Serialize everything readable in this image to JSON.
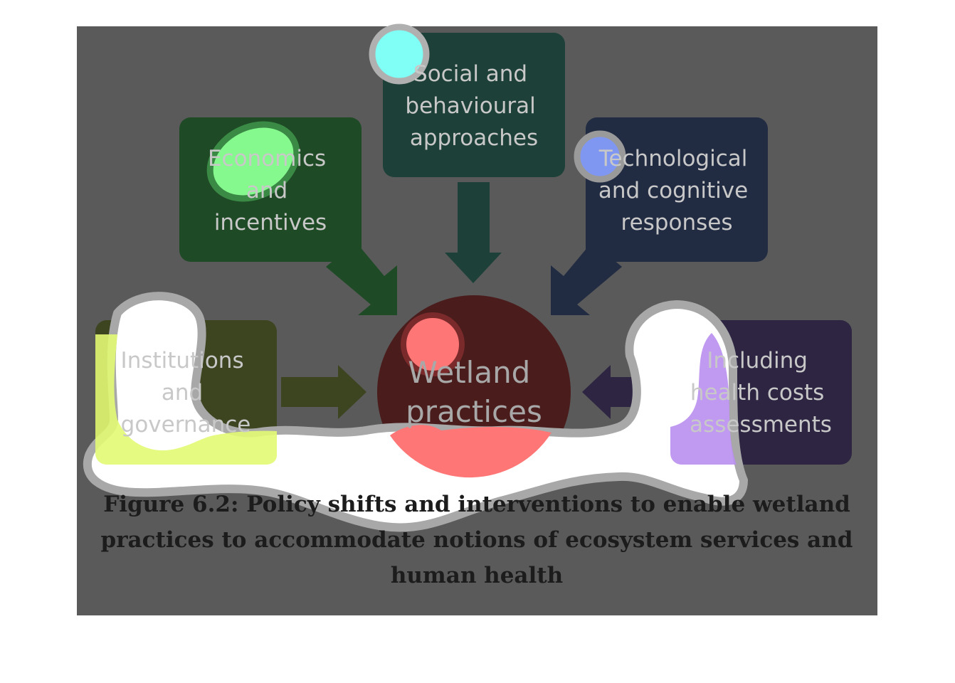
{
  "diagram": {
    "center": {
      "lines": [
        "Wetland",
        "practices"
      ]
    },
    "boxes": [
      {
        "id": "social",
        "lines": [
          "Social and",
          "behavioural",
          "approaches"
        ]
      },
      {
        "id": "economics",
        "lines": [
          "Economics",
          "and",
          "incentives"
        ]
      },
      {
        "id": "technological",
        "lines": [
          "Technological",
          "and cognitive",
          "responses"
        ]
      },
      {
        "id": "institutions",
        "lines": [
          "Institutions",
          "and",
          "governance"
        ]
      },
      {
        "id": "health",
        "lines": [
          "Including",
          "health costs",
          "assessments"
        ]
      }
    ]
  },
  "caption": {
    "lines": [
      "Figure 6.2: Policy shifts and interventions to enable wetland",
      "practices to accommodate notions of ecosystem services and",
      "human health"
    ]
  },
  "colors": {
    "overlay": "#5a5a5a",
    "social": "#1d4038",
    "economics": "#1e4a25",
    "technological": "#212b42",
    "institutions": "#3c4420",
    "health": "#2d2542",
    "center": "#4a1c1c",
    "highlight_cyan": "#7ffff5",
    "highlight_green": "#86f98e",
    "highlight_blue": "#7f97f0",
    "highlight_red": "#ff7676",
    "highlight_yellow": "#e2fa73",
    "highlight_purple": "#b98ef0"
  }
}
